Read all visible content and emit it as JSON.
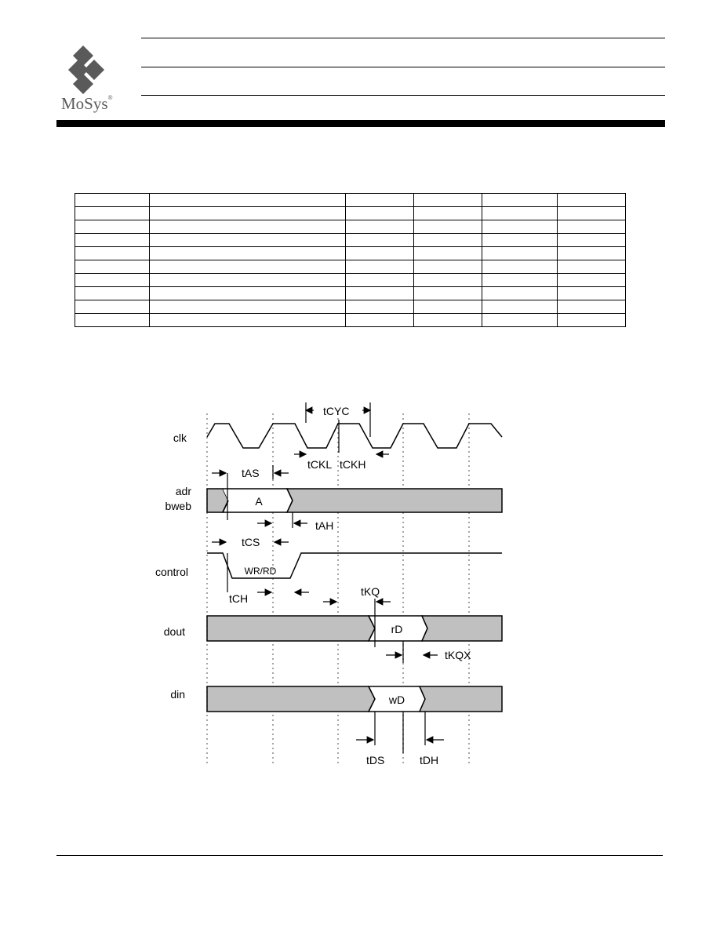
{
  "header": {
    "logo_text": "MoSys",
    "logo_mark": "®",
    "brand_color": "#5a5a5a"
  },
  "spec_table": {
    "column_count": 6,
    "row_count": 10
  },
  "timing_diagram": {
    "signals": {
      "clk": "clk",
      "adr": "adr",
      "bweb": "bweb",
      "control": "control",
      "dout": "dout",
      "din": "din"
    },
    "bus_values": {
      "address": "A",
      "control": "WR/RD",
      "read_data": "rD",
      "write_data": "wD"
    },
    "parameters": {
      "cycle": "tCYC",
      "clock_low": "tCKL",
      "clock_high": "tCKH",
      "addr_setup": "tAS",
      "addr_hold": "tAH",
      "ctrl_setup": "tCS",
      "ctrl_hold": "tCH",
      "clk_to_q": "tKQ",
      "output_hold": "tKQX",
      "data_setup": "tDS",
      "data_hold": "tDH"
    },
    "shade_color": "#c0c0c0"
  }
}
